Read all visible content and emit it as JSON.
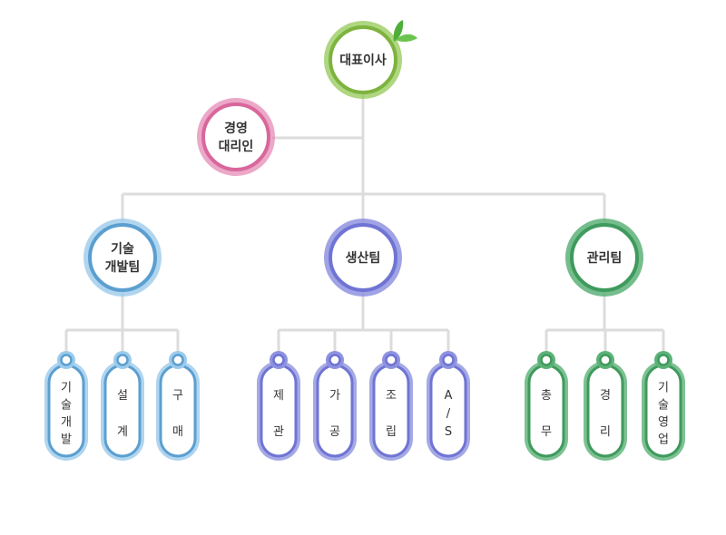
{
  "colors": {
    "ceo": "#94c856",
    "ceo_inner": "#7db33e",
    "deputy": "#e68bb5",
    "deputy_inner": "#d9679c",
    "tech": "#9ccbeb",
    "tech_inner": "#5b9fd0",
    "production": "#8f93df",
    "production_inner": "#6f74d4",
    "management": "#5db278",
    "management_inner": "#3f9a5d",
    "line": "#dcdcdc",
    "leaf": "#5cb845"
  },
  "ceo": {
    "label": "대표이사"
  },
  "deputy": {
    "lines": [
      "경영",
      "대리인"
    ]
  },
  "teams": [
    {
      "id": "tech",
      "lines": [
        "기술",
        "개발팀"
      ],
      "members": [
        {
          "chars": [
            "기",
            "술",
            "개",
            "발"
          ]
        },
        {
          "chars": [
            "설",
            "계"
          ]
        },
        {
          "chars": [
            "구",
            "매"
          ]
        }
      ]
    },
    {
      "id": "production",
      "lines": [
        "생산팀"
      ],
      "members": [
        {
          "chars": [
            "제",
            "관"
          ]
        },
        {
          "chars": [
            "가",
            "공"
          ]
        },
        {
          "chars": [
            "조",
            "립"
          ]
        },
        {
          "chars": [
            "A",
            "/",
            "S"
          ]
        }
      ]
    },
    {
      "id": "management",
      "lines": [
        "관리팀"
      ],
      "members": [
        {
          "chars": [
            "총",
            "무"
          ]
        },
        {
          "chars": [
            "경",
            "리"
          ]
        },
        {
          "chars": [
            "기",
            "술",
            "영",
            "업"
          ]
        }
      ]
    }
  ]
}
